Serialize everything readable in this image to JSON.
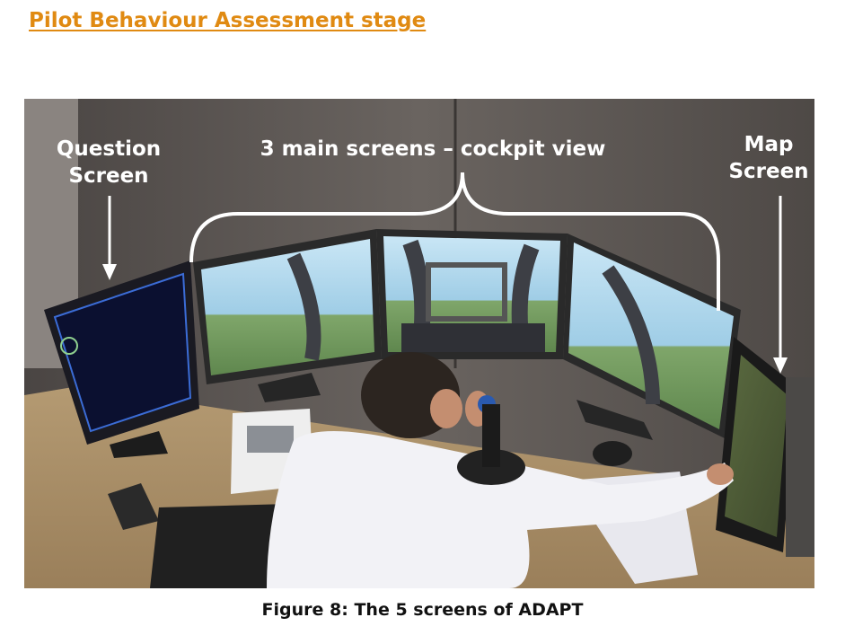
{
  "page": {
    "heading": "Pilot Behaviour Assessment stage",
    "heading_color": "#e08a12"
  },
  "figure": {
    "labels": {
      "question_screen_line1": "Question",
      "question_screen_line2": "Screen",
      "main_screens": "3 main screens – cockpit view",
      "map_screen_line1": "Map",
      "map_screen_line2": "Screen"
    },
    "caption": "Figure 8: The 5 screens of ADAPT"
  }
}
